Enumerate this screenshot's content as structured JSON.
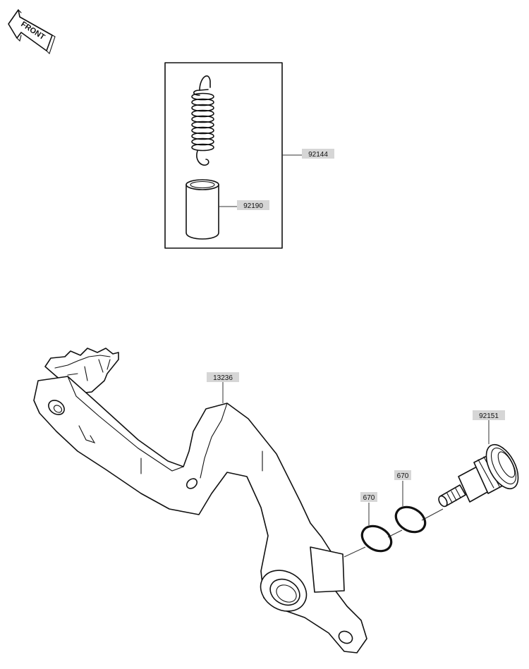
{
  "orientation": {
    "label": "FRONT"
  },
  "callouts": {
    "spring_kit": "92144",
    "collar": "92190",
    "brake_pedal": "13236",
    "oring_1": "670",
    "oring_2": "670",
    "pivot_bolt": "92151"
  }
}
